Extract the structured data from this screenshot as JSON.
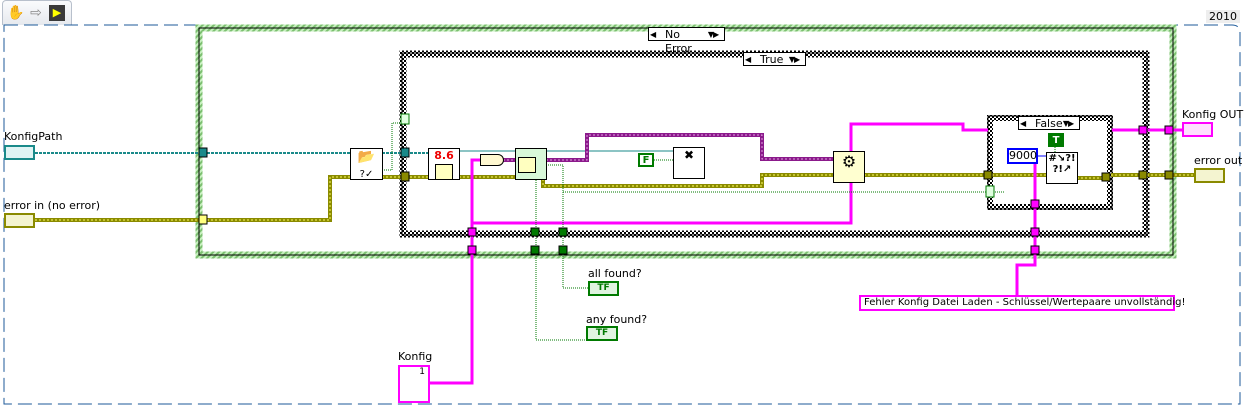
{
  "toolbar": {
    "icons": [
      "hand-icon",
      "arrow-icon",
      "vi-icon"
    ]
  },
  "version_label": "2010",
  "structures": {
    "outer_case": {
      "selector": "No Error"
    },
    "inner_case": {
      "selector": "True"
    },
    "nested_case": {
      "selector": "False"
    }
  },
  "terminals": {
    "konfig_path": "KonfigPath",
    "error_in": "error in (no error)",
    "konfig_out": "Konfig OUT",
    "error_out": "error out",
    "all_found": "all found?",
    "any_found": "any found?",
    "konfig": "Konfig",
    "konfig_index": "1"
  },
  "constants": {
    "false_const": "F",
    "true_const": "T",
    "error_code": "9000",
    "error_message": "Fehler Konfig Datei Laden - Schlüssel/Wertepaare unvollständig!",
    "version_node": "8.6"
  },
  "boolean_terminal_text": "TF",
  "colors": {
    "path_wire": "#1a8a8a",
    "error_wire": "#8a8a00",
    "cluster_wire": "#ff00ff",
    "refnum_wire": "#8b1a8b",
    "bool_wire": "#007a00",
    "case_green": "#a8e0a0"
  }
}
